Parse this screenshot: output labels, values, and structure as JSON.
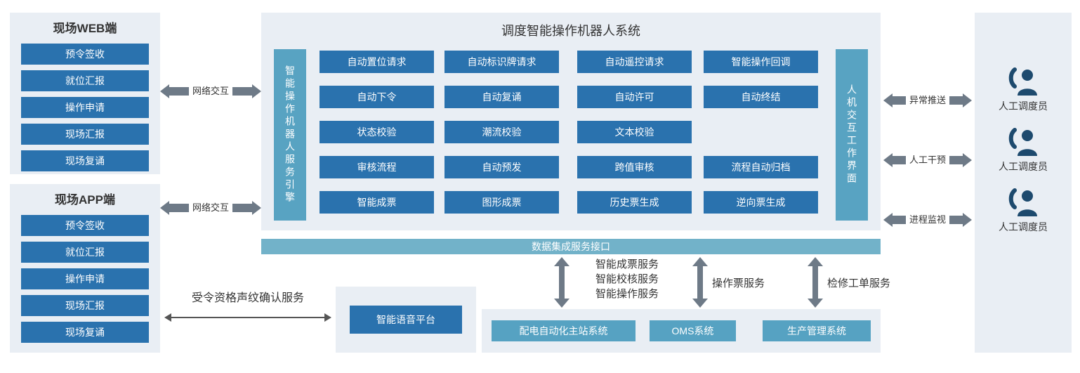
{
  "web_panel": {
    "title": "现场WEB端",
    "items": [
      "预令签收",
      "就位汇报",
      "操作申请",
      "现场汇报",
      "现场复诵"
    ]
  },
  "app_panel": {
    "title": "现场APP端",
    "items": [
      "预令签收",
      "就位汇报",
      "操作申请",
      "现场汇报",
      "现场复诵"
    ]
  },
  "network_arrows": [
    "网络交互",
    "网络交互"
  ],
  "main_system": {
    "title": "调度智能操作机器人系统",
    "left_bar": "智能操作机器人服务引擎",
    "right_bar": "人机交互工作界面",
    "rows": [
      [
        "自动置位请求",
        "自动标识牌请求",
        "自动遥控请求",
        "智能操作回调"
      ],
      [
        "自动下令",
        "自动复诵",
        "自动许可",
        "自动终结"
      ],
      [
        "状态校验",
        "潮流校验",
        "文本校验"
      ],
      [
        "审核流程",
        "自动预发",
        "跨值审核",
        "流程自动归档"
      ],
      [
        "智能成票",
        "图形成票",
        "历史票生成",
        "逆向票生成"
      ]
    ]
  },
  "data_bus": {
    "label": "数据集成服务接口"
  },
  "service_links": {
    "group1": [
      "智能成票服务",
      "智能校核服务",
      "智能操作服务"
    ],
    "group2": "操作票服务",
    "group3": "检修工单服务"
  },
  "bottom_systems": {
    "items": [
      "配电自动化主站系统",
      "OMS系统",
      "生产管理系统"
    ]
  },
  "voice": {
    "service_label": "受令资格声纹确认服务",
    "platform": "智能语音平台"
  },
  "right_panel": {
    "arrows": [
      "异常推送",
      "人工干预",
      "进程监视"
    ],
    "operators": [
      "人工调度员",
      "人工调度员",
      "人工调度员"
    ]
  },
  "colors": {
    "panel_bg": "#e9eef4",
    "button_blue": "#2a72ae",
    "teal_bar": "#58a3c2",
    "teal_bus": "#72b2c9",
    "teal_box": "#56a2c2",
    "arrow_gray": "#6e7a87",
    "icon_navy": "#1d4a6e",
    "text_dark": "#333333"
  }
}
